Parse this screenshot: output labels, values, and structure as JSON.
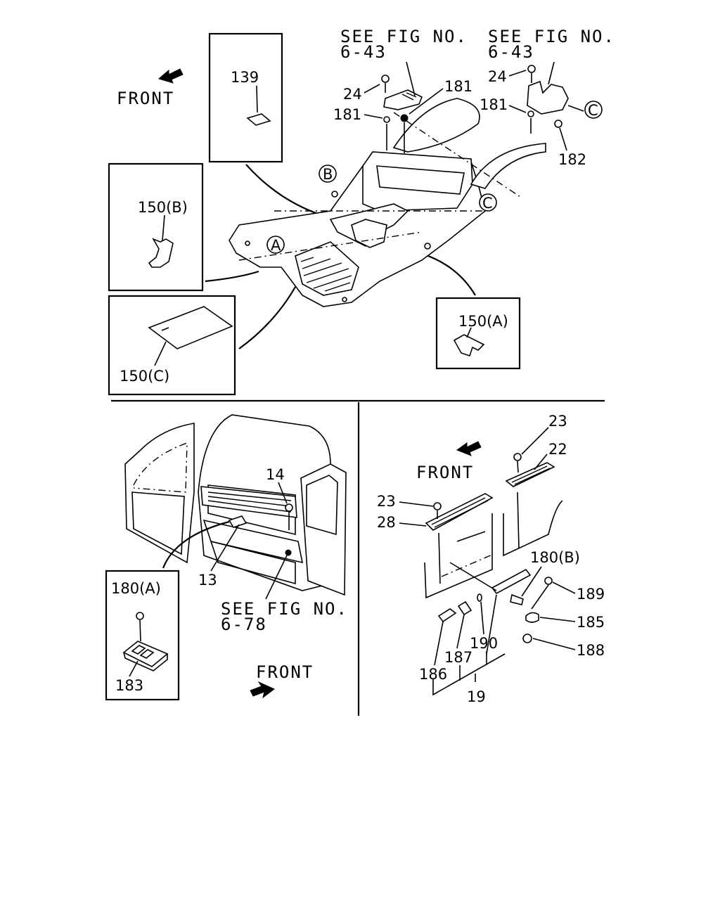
{
  "labels": {
    "front_top": "FRONT",
    "front_right": "FRONT",
    "front_bottom": "FRONT",
    "see_fig_1_l1": "SEE FIG NO.",
    "see_fig_1_l2": "6-43",
    "see_fig_2_l1": "SEE FIG NO.",
    "see_fig_2_l2": "6-43",
    "see_fig_3_l1": "SEE FIG NO.",
    "see_fig_3_l2": "6-78",
    "callout_a": "A",
    "callout_b": "B",
    "callout_c1": "C",
    "callout_c2": "C"
  },
  "parts": {
    "p139": "139",
    "p150b": "150(B)",
    "p150c": "150(C)",
    "p150a": "150(A)",
    "p24a": "24",
    "p24b": "24",
    "p181a": "181",
    "p181b": "181",
    "p181c": "181",
    "p182": "182",
    "p14": "14",
    "p13": "13",
    "p180a": "180(A)",
    "p183": "183",
    "p23a": "23",
    "p22": "22",
    "p23b": "23",
    "p28": "28",
    "p180b": "180(B)",
    "p189": "189",
    "p185": "185",
    "p188": "188",
    "p186": "186",
    "p187": "187",
    "p190": "190",
    "p19": "19"
  }
}
